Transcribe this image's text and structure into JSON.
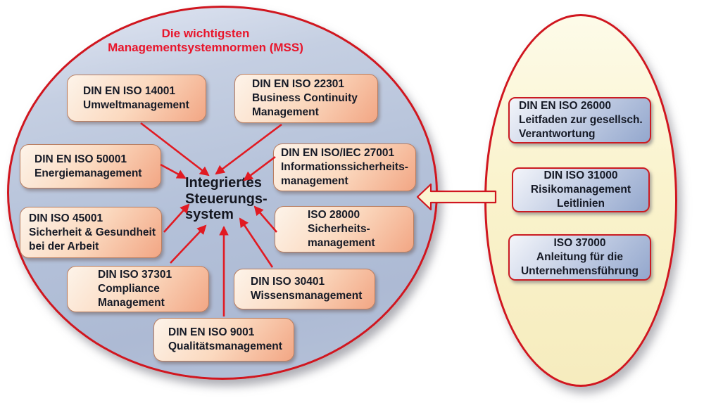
{
  "left_group": {
    "title_line1": "Die wichtigsten",
    "title_line2": "Managementsystemnormen (MSS)",
    "center_line1": "Integriertes",
    "center_line2": "Steuerungs-",
    "center_line3": "system",
    "boxes": [
      {
        "id": "din-en-iso-14001",
        "lines": [
          "DIN EN ISO 14001",
          "Umweltmanagement"
        ]
      },
      {
        "id": "din-en-iso-22301",
        "lines": [
          "DIN EN ISO 22301",
          "Business Continuity",
          "Management"
        ]
      },
      {
        "id": "din-en-iso-50001",
        "lines": [
          "DIN EN ISO 50001",
          "Energiemanagement"
        ]
      },
      {
        "id": "din-en-iso-iec-27001",
        "lines": [
          "DIN EN ISO/IEC 27001",
          "Informationssicherheits-",
          "management"
        ]
      },
      {
        "id": "din-iso-45001",
        "lines": [
          "DIN ISO 45001",
          "Sicherheit & Gesundheit",
          "bei der Arbeit"
        ]
      },
      {
        "id": "iso-28000",
        "lines": [
          "ISO 28000",
          "Sicherheits-",
          "management"
        ]
      },
      {
        "id": "din-iso-37301",
        "lines": [
          "DIN ISO 37301",
          "Compliance",
          "Management"
        ]
      },
      {
        "id": "din-iso-30401",
        "lines": [
          "DIN ISO 30401",
          "Wissensmanagement"
        ]
      },
      {
        "id": "din-en-iso-9001",
        "lines": [
          "DIN EN ISO 9001",
          "Qualitätsmanagement"
        ]
      }
    ]
  },
  "right_group": {
    "boxes": [
      {
        "id": "din-en-iso-26000",
        "lines": [
          "DIN EN ISO 26000",
          "Leitfaden zur gesellsch.",
          "Verantwortung"
        ]
      },
      {
        "id": "din-iso-31000",
        "lines": [
          "DIN ISO 31000",
          "Risikomanagement",
          "Leitlinien"
        ]
      },
      {
        "id": "iso-37000",
        "lines": [
          "ISO 37000",
          "Anleitung für die",
          "Unternehmensführung"
        ]
      }
    ]
  },
  "colors": {
    "accent_red": "#d0161f",
    "title_red": "#e8152b",
    "arrow_red": "#e11a22",
    "box_text": "#161a26",
    "left_ellipse_fill": "#b4c1d9",
    "right_ellipse_fill": "#faf3cd",
    "salmon_box": "#f2a684",
    "blue_box": "#93a7cd",
    "transfer_arrow_fill": "#fbf5d0"
  }
}
